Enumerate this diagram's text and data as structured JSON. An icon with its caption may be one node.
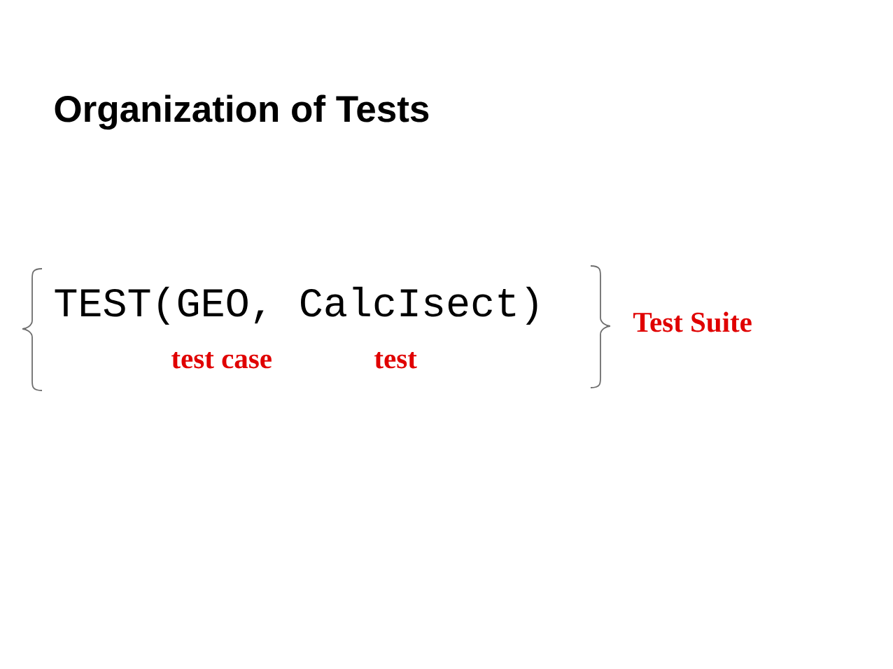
{
  "diagram": {
    "title": "Organization of Tests",
    "labels": [
      "TEST(GEO, CalcIsect)",
      "test case",
      "test",
      "Test Suite"
    ]
  }
}
